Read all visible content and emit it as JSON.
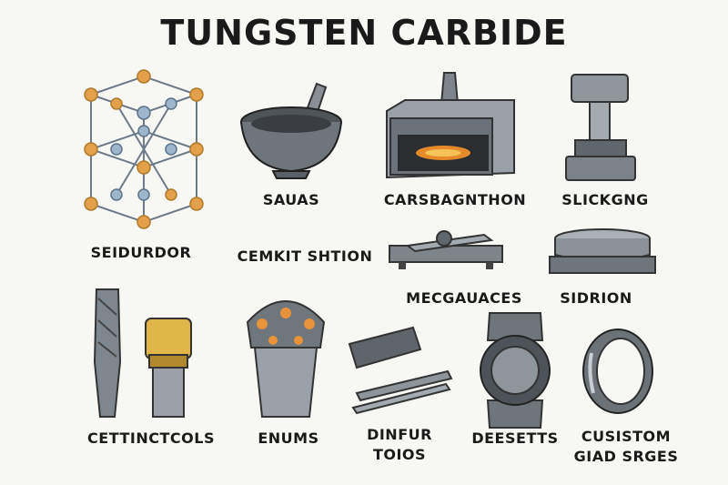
{
  "title": "TUNGSTEN CARBIDE",
  "labels": {
    "crystal": "SEIDURDOR",
    "mortar": "SAUAS",
    "furnace": "CARSBAGNTHON",
    "press": "SLICKGNG",
    "cemkit": "CEMKIT SHTION",
    "mechanical": "MECGAUACES",
    "sintering": "SIDRION",
    "cutting_tools": "CETTINCTCOLS",
    "bits": "ENUMS",
    "drill_tools_line1": "DINFUR",
    "drill_tools_line2": "TOIOS",
    "deserts": "DEESETTS",
    "custom_line1": "CUSISTOM",
    "custom_line2": "GIAD SRGES"
  }
}
